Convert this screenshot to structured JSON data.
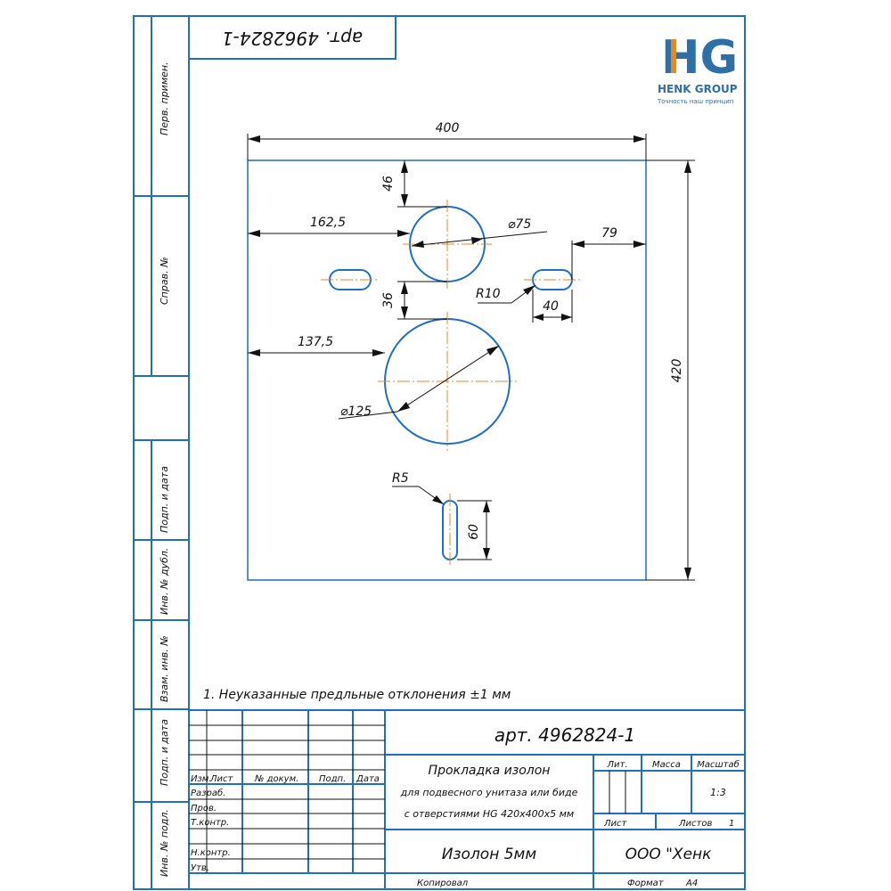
{
  "stamp_article": "арт. 4962824-1",
  "logo": {
    "letters": "HG",
    "company": "HENK GROUP",
    "slogan": "Точность наш принцип"
  },
  "side_labels": {
    "perv_primen": "Перв. примен.",
    "sprav_no": "Справ. №",
    "podp_data_top": "Подп. и дата",
    "inv_dubl": "Инв. № дубл.",
    "vzam_inv": "Взам. инв. №",
    "podp_data_bottom": "Подп. и дата",
    "inv_podl": "Инв. № подл."
  },
  "dimensions": {
    "width": "400",
    "height": "420",
    "top_offset": "46",
    "hole_small_x": "162,5",
    "hole_small_d": "⌀75",
    "right_offset": "79",
    "gap": "36",
    "slot_radius": "R10",
    "slot_length": "40",
    "hole_big_x": "137,5",
    "hole_big_d": "⌀125",
    "small_slot_radius": "R5",
    "small_slot_length": "60"
  },
  "note": "1. Неуказанные предльные отклонения ±1 мм",
  "title_block": {
    "article": "арт. 4962824-1",
    "name_line1": "Прокладка изолон",
    "name_line2": "для подвесного унитаза или биде",
    "name_line3": "с отверстиями HG 420х400х5 мм",
    "col_izm": "Изм.",
    "col_list": "Лист",
    "col_dokum": "№ докум.",
    "col_podp": "Подп.",
    "col_data": "Дата",
    "row_razrab": "Разраб.",
    "row_prov": "Пров.",
    "row_tkontr": "Т.контр.",
    "row_nkontr": "Н.контр.",
    "row_utv": "Утв.",
    "lit": "Лит.",
    "massa": "Масса",
    "masshtab": "Масштаб",
    "scale_value": "1:3",
    "list_label": "Лист",
    "listov_label": "Листов",
    "listov_value": "1",
    "material": "Изолон 5мм",
    "company": "ООО \"Хенк",
    "kopiroval": "Копировал",
    "format_label": "Формат",
    "format_value": "А4"
  }
}
